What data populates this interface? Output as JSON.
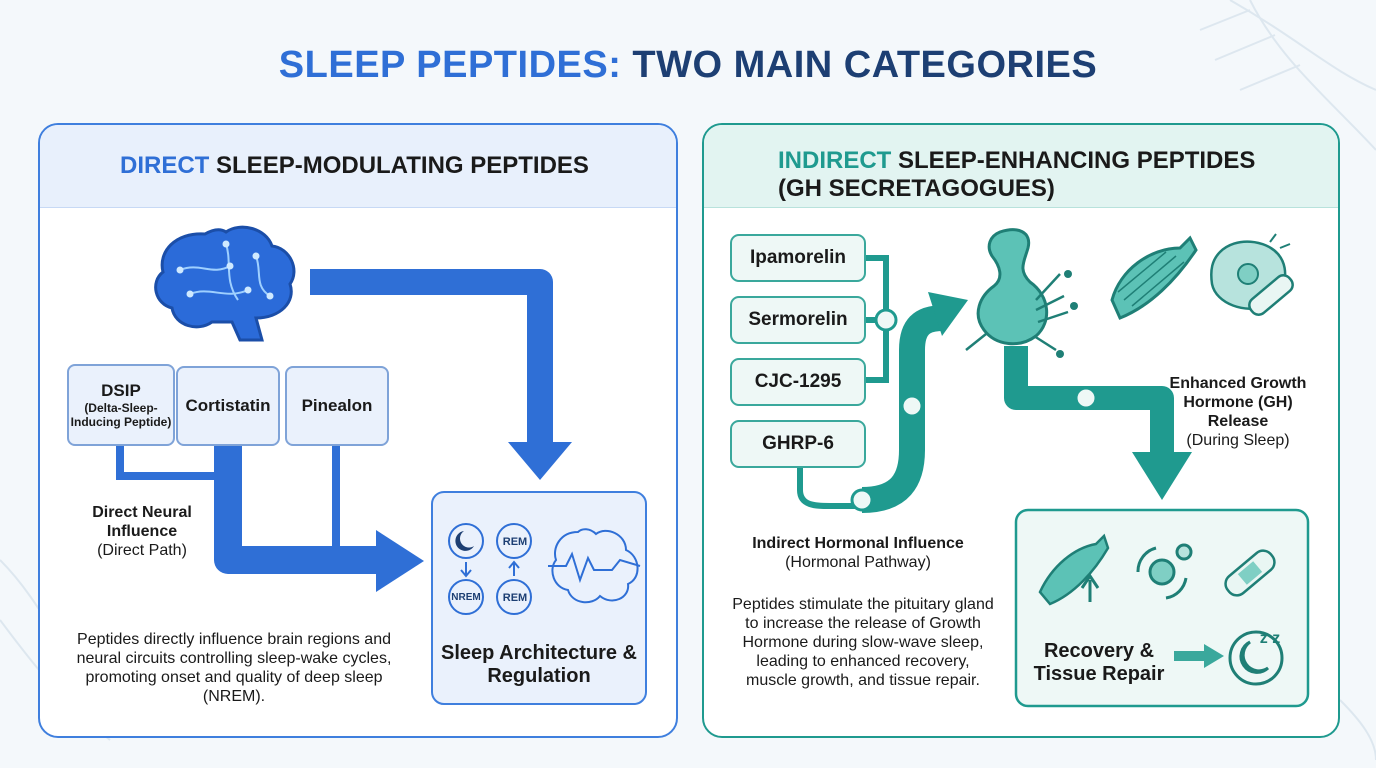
{
  "title": {
    "part1": "SLEEP PEPTIDES:",
    "part2": "TWO MAIN CATEGORIES"
  },
  "left_panel": {
    "header_accent": "DIRECT",
    "header_rest": "SLEEP-MODULATING PEPTIDES",
    "peptides": [
      {
        "name": "DSIP",
        "sub": "(Delta-Sleep-Inducing Peptide)"
      },
      {
        "name": "Cortistatin"
      },
      {
        "name": "Pinealon"
      }
    ],
    "path_label_bold": "Direct Neural Influence",
    "path_label_sub": "(Direct Path)",
    "description": "Peptides directly influence brain regions and neural circuits controlling sleep-wake cycles, promoting onset and quality of deep sleep (NREM).",
    "target": {
      "title": "Sleep Architecture & Regulation",
      "stage_labels": [
        "REM",
        "NREM",
        "REM"
      ]
    }
  },
  "right_panel": {
    "header_accent": "INDIRECT",
    "header_rest": "SLEEP-ENHANCING PEPTIDES",
    "header_line2": "(GH SECRETAGOGUES)",
    "peptides": [
      "Ipamorelin",
      "Sermorelin",
      "CJC-1295",
      "GHRP-6"
    ],
    "path_label_bold": "Indirect Hormonal Influence",
    "path_label_sub": "(Hormonal Pathway)",
    "description": "Peptides stimulate the pituitary gland to increase the release of Growth Hormone during slow-wave sleep, leading to enhanced recovery, muscle growth, and tissue repair.",
    "gh_label_bold": "Enhanced Growth Hormone (GH) Release",
    "gh_label_sub": "(During Sleep)",
    "target": {
      "title": "Recovery & Tissue Repair",
      "sleep_glyph": "z z"
    }
  },
  "colors": {
    "blue": "#2f6fd6",
    "navy": "#1d3f73",
    "teal": "#1f9a8f"
  }
}
